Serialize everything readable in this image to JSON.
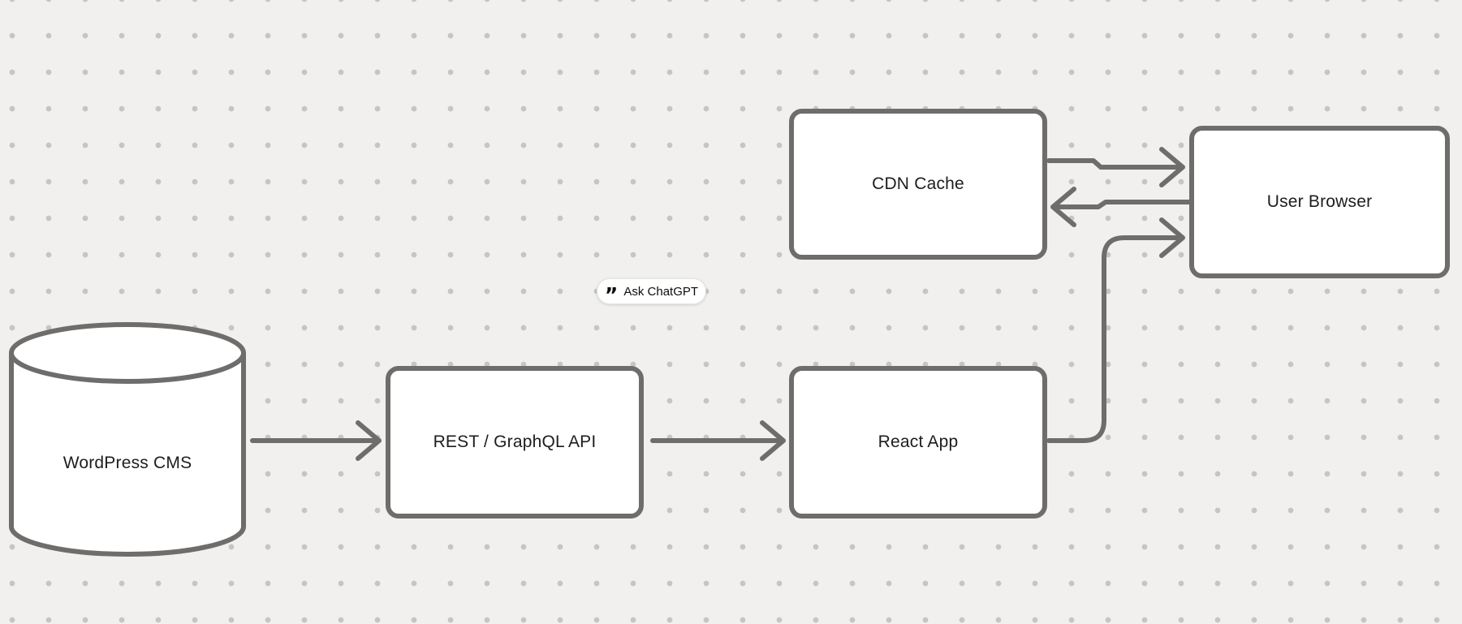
{
  "canvas": {
    "background_color": "#f1f0ef",
    "dot_color": "#c6c5c3",
    "stroke_color": "#6e6d6b",
    "text_color": "#1d1d1f",
    "shape_fill": "#ffffff"
  },
  "nodes": [
    {
      "id": "wordpress-cms",
      "shape": "cylinder",
      "label": "WordPress CMS"
    },
    {
      "id": "rest-graphql-api",
      "shape": "rectangle",
      "label": "REST / GraphQL API"
    },
    {
      "id": "react-app",
      "shape": "rectangle",
      "label": "React App"
    },
    {
      "id": "cdn-cache",
      "shape": "rectangle",
      "label": "CDN Cache"
    },
    {
      "id": "user-browser",
      "shape": "rectangle",
      "label": "User Browser"
    }
  ],
  "edges": [
    {
      "from": "wordpress-cms",
      "to": "rest-graphql-api"
    },
    {
      "from": "rest-graphql-api",
      "to": "react-app"
    },
    {
      "from": "cdn-cache",
      "to": "user-browser"
    },
    {
      "from": "user-browser",
      "to": "cdn-cache"
    },
    {
      "from": "react-app",
      "to": "user-browser"
    }
  ],
  "overlay": {
    "quote_icon": "”",
    "ask_chatgpt_label": "Ask ChatGPT"
  }
}
